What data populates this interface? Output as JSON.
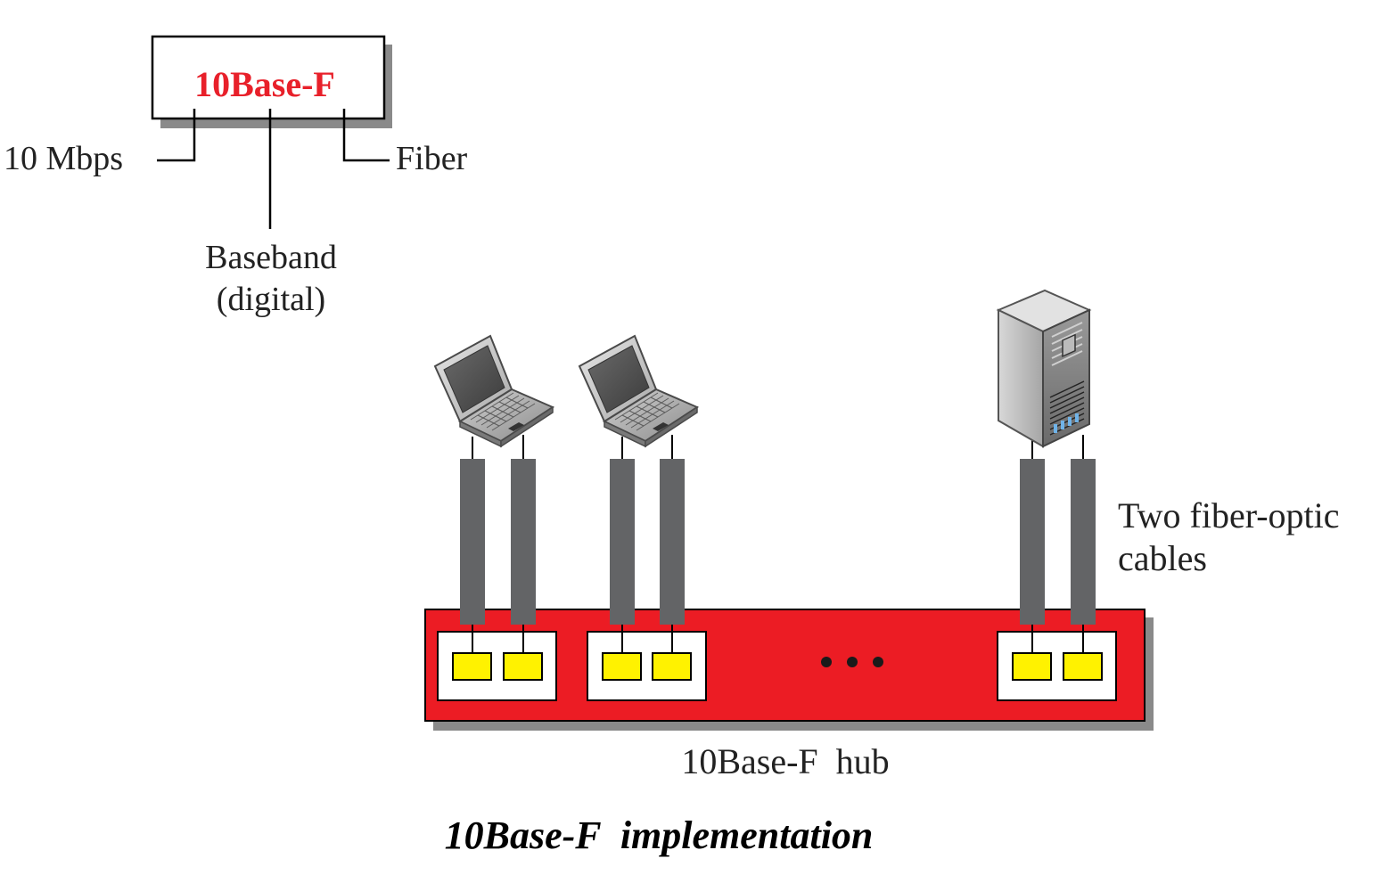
{
  "naming": {
    "title": "10Base-F",
    "speed": "10 Mbps",
    "signal_line1": "Baseband",
    "signal_line2": "(digital)",
    "medium": "Fiber"
  },
  "hub_label": "10Base-F  hub",
  "cable_label_line1": "Two fiber-optic",
  "cable_label_line2": "cables",
  "ellipsis": "• • •",
  "caption": "10Base-F  implementation",
  "colors": {
    "title_red": "#e8202a",
    "hub_red": "#ec1c24",
    "port_yellow": "#fff200",
    "cable_gray": "#636466",
    "shadow_gray": "#8a8a8a"
  },
  "devices": [
    {
      "type": "laptop",
      "icon": "laptop-icon"
    },
    {
      "type": "laptop",
      "icon": "laptop-icon"
    },
    {
      "type": "server",
      "icon": "server-tower-icon"
    }
  ]
}
